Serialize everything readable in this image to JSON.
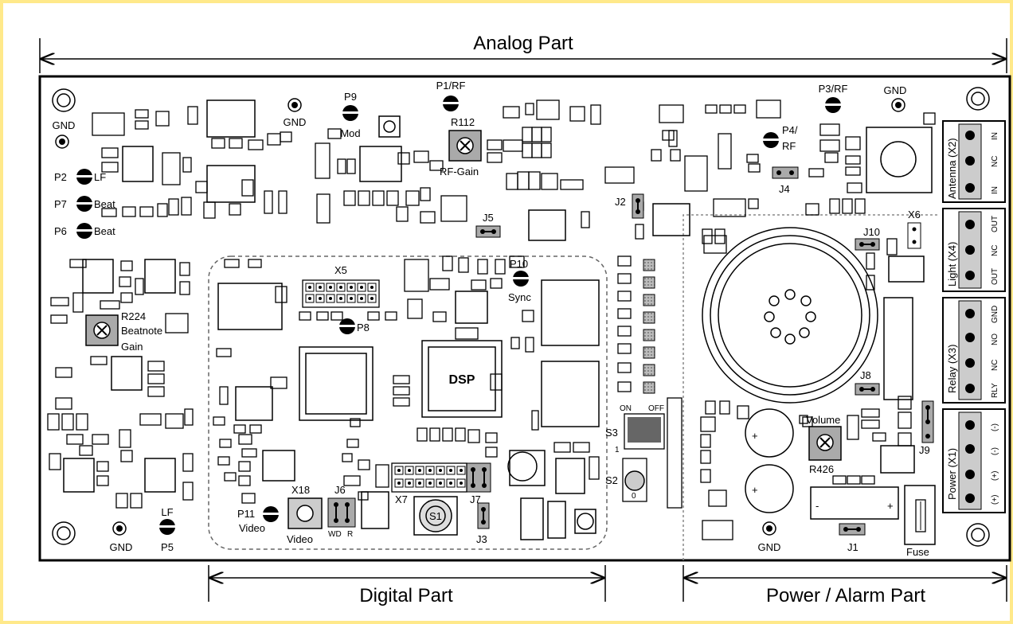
{
  "sections": {
    "analog": "Analog Part",
    "digital": "Digital Part",
    "power": "Power / Alarm Part"
  },
  "test_points": {
    "p1": "P1/RF",
    "p2": "P2",
    "p2_suffix": "LF",
    "p3": "P3/RF",
    "p4": "P4/",
    "p4_rf": "RF",
    "p5": "P5",
    "p5_lf": "LF",
    "p6": "P6",
    "p6_suffix": "Beat",
    "p7": "P7",
    "p7_suffix": "Beat",
    "p8": "P8",
    "p9": "P9",
    "p9_sub": "Mod",
    "p10": "P10",
    "p10_sub": "Sync",
    "p11": "P11",
    "p11_sub": "Video"
  },
  "ground_labels": [
    "GND",
    "GND",
    "GND",
    "GND",
    "GND"
  ],
  "pots": {
    "r112": "R112",
    "r112_sub": "RF-Gain",
    "r224": "R224",
    "r224_sub1": "Beatnote",
    "r224_sub2": "Gain",
    "r426": "R426",
    "r426_sub": "Volume"
  },
  "jumpers": {
    "j1": "J1",
    "j2": "J2",
    "j3": "J3",
    "j4": "J4",
    "j5": "J5",
    "j6": "J6",
    "j6_wd": "WD",
    "j6_r": "R",
    "j7": "J7",
    "j8": "J8",
    "j9": "J9",
    "j10": "J10"
  },
  "headers": {
    "x5": "X5",
    "x6": "X6",
    "x7": "X7",
    "x18": "X18",
    "x18_sub": "Video"
  },
  "chips": {
    "dsp": "DSP"
  },
  "switches": {
    "s1": "S1",
    "s2": "S2",
    "s3": "S3",
    "on": "ON",
    "off": "OFF",
    "one": "1",
    "zero": "0"
  },
  "terminals": {
    "antenna": "Antenna (X2)",
    "antenna_pins": [
      "IN",
      "NC",
      "IN"
    ],
    "light": "Light (X4)",
    "light_pins": [
      "OUT",
      "NC",
      "OUT"
    ],
    "relay": "Relay (X3)",
    "relay_pins": [
      "GND",
      "NO",
      "NC",
      "RLY"
    ],
    "power": "Power (X1)",
    "power_pins": [
      "(-)",
      "(-)",
      "(+)",
      "(+)"
    ]
  },
  "other": {
    "fuse": "Fuse",
    "minus": "-",
    "plus": "+",
    "plus2": "+"
  }
}
